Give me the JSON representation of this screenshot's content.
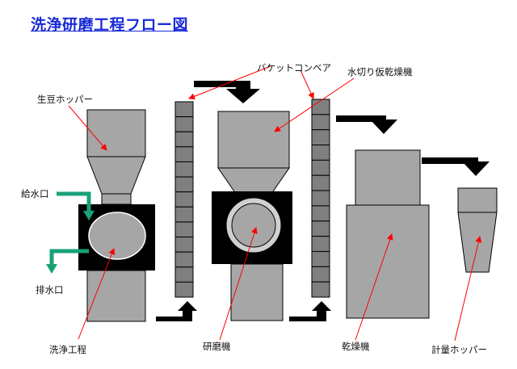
{
  "title": "洗浄研磨工程フロー図",
  "labels": {
    "raw_bean_hopper": "生豆ホッパー",
    "bucket_conveyor": "バケットコンベア",
    "water_drainer_dryer": "水切り仮乾燥機",
    "water_inlet": "給水口",
    "water_outlet": "排水口",
    "washing_process": "洗浄工程",
    "polishing_machine": "研磨機",
    "dryer": "乾燥機",
    "weighing_hopper": "計量ホッパー"
  },
  "colors": {
    "title": "#1a2bd6",
    "equipment_fill": "#a6a6a6",
    "conveyor_fill": "#7f7f7f",
    "flow_arrow": "#000000",
    "water_arrow": "#19a178",
    "pointer_line": "#ff0000"
  }
}
